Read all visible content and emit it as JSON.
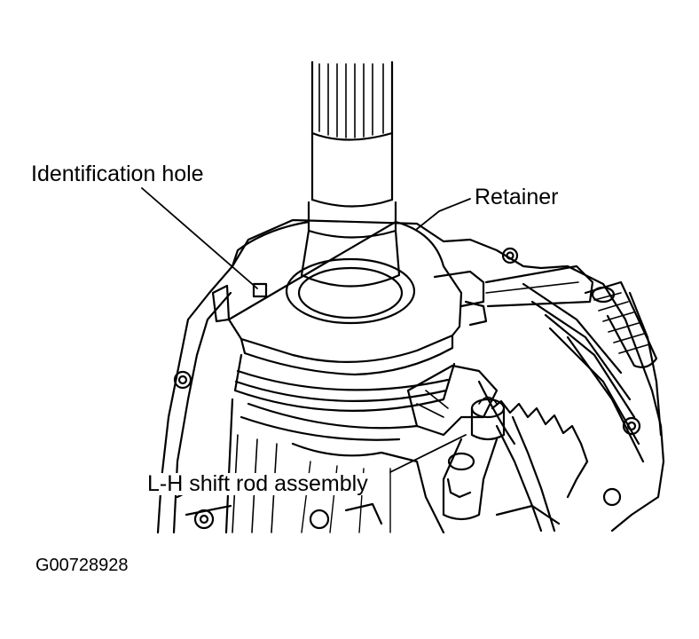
{
  "callouts": {
    "identification_hole": "Identification hole",
    "retainer": "Retainer",
    "lh_shift_rod": "L-H shift rod assembly"
  },
  "figure_id": "G00728928",
  "colors": {
    "ink": "#000000",
    "paper": "#ffffff"
  }
}
